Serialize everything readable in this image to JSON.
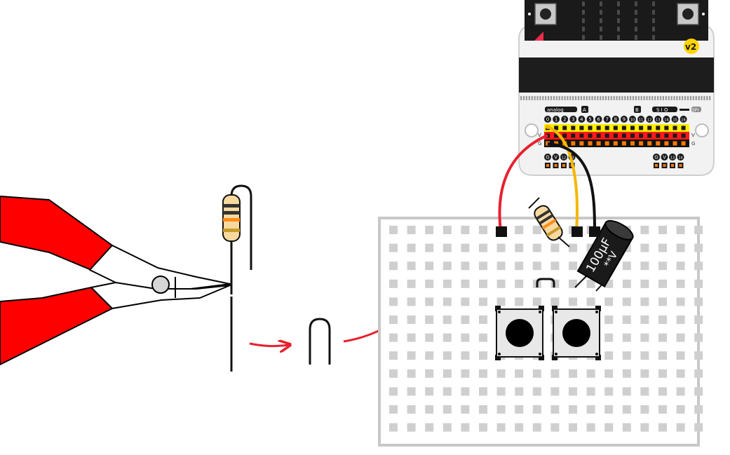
{
  "diagram": {
    "board": {
      "version_badge": "v2",
      "labels": {
        "analog": "analog",
        "a": "A",
        "b": "B",
        "sio": "S I O",
        "spi": "SPI",
        "v": "V",
        "g": "G"
      },
      "pin_numbers": [
        "0",
        "1",
        "2",
        "3",
        "4",
        "5",
        "6",
        "7",
        "8",
        "9",
        "10",
        "11",
        "12",
        "13",
        "14",
        "15",
        "16"
      ],
      "bottom_left_pins": [
        "G",
        "V",
        "12",
        "13"
      ],
      "bottom_right_pins": [
        "G",
        "V",
        "13",
        "14"
      ]
    },
    "capacitor": {
      "value": "100µF",
      "voltage": "**V"
    },
    "colors": {
      "pliers_handle": "#ff0000",
      "arrow": "#e8202e",
      "wire_power": "#e8202e",
      "wire_signal": "#f5b700",
      "wire_ground": "#111111",
      "board_rail_yellow": "#ffee00",
      "board_rail_red": "#ff1a1a",
      "breadboard_hole": "#cfcfcf",
      "badge": "#ffd400"
    },
    "icons": [
      "pliers-icon",
      "resistor-icon",
      "capacitor-icon",
      "push-button-icon",
      "arrow-icon"
    ]
  }
}
